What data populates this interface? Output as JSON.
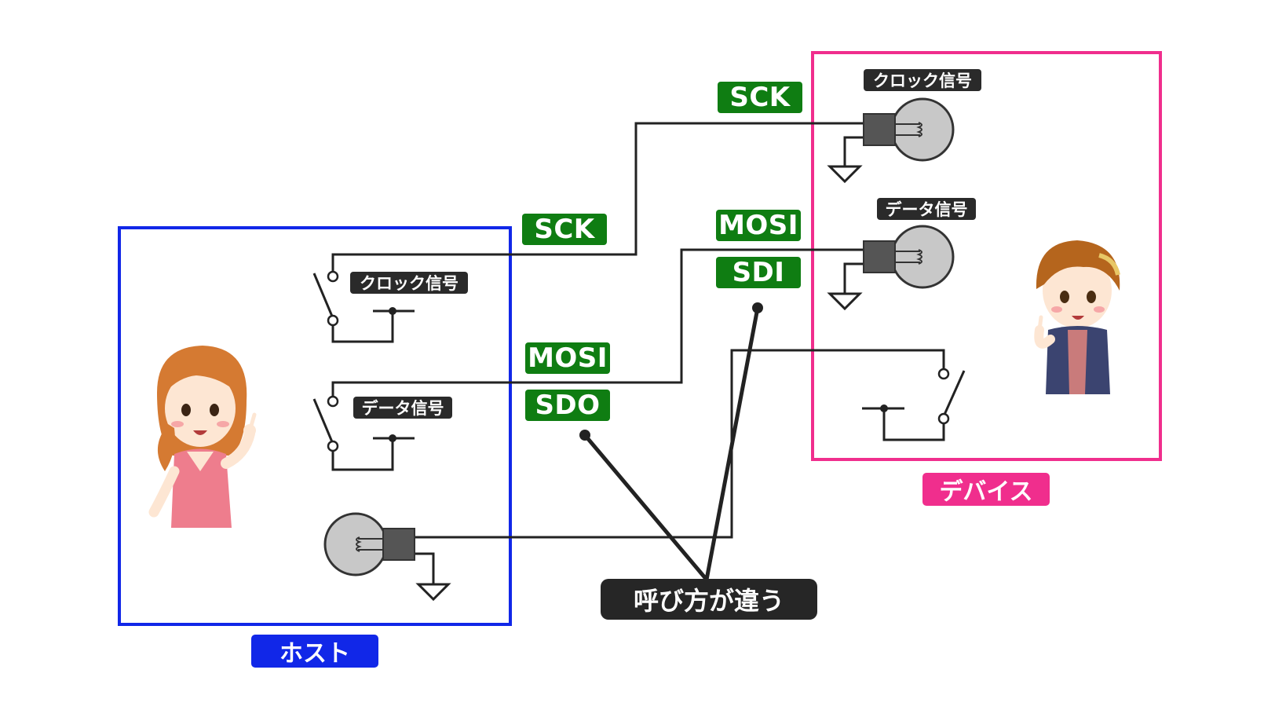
{
  "host": {
    "label": "ホスト",
    "color": "#1127e8"
  },
  "device": {
    "label": "デバイス",
    "color": "#f02e8d"
  },
  "signals": {
    "sck_top": "SCK",
    "sck_mid": "SCK",
    "mosi_device": "MOSI",
    "sdi": "SDI",
    "mosi_host": "MOSI",
    "sdo": "SDO"
  },
  "switch_labels": {
    "host_clock": "クロック信号",
    "host_data": "データ信号"
  },
  "lamp_labels": {
    "device_clock": "クロック信号",
    "device_data": "データ信号"
  },
  "callout": "呼び方が違う",
  "colors": {
    "signal_green": "#0f7d12",
    "dark_label": "#2a2a2a",
    "wire": "#222222",
    "lamp_glass": "#c8c8c8",
    "lamp_base": "#555555"
  }
}
